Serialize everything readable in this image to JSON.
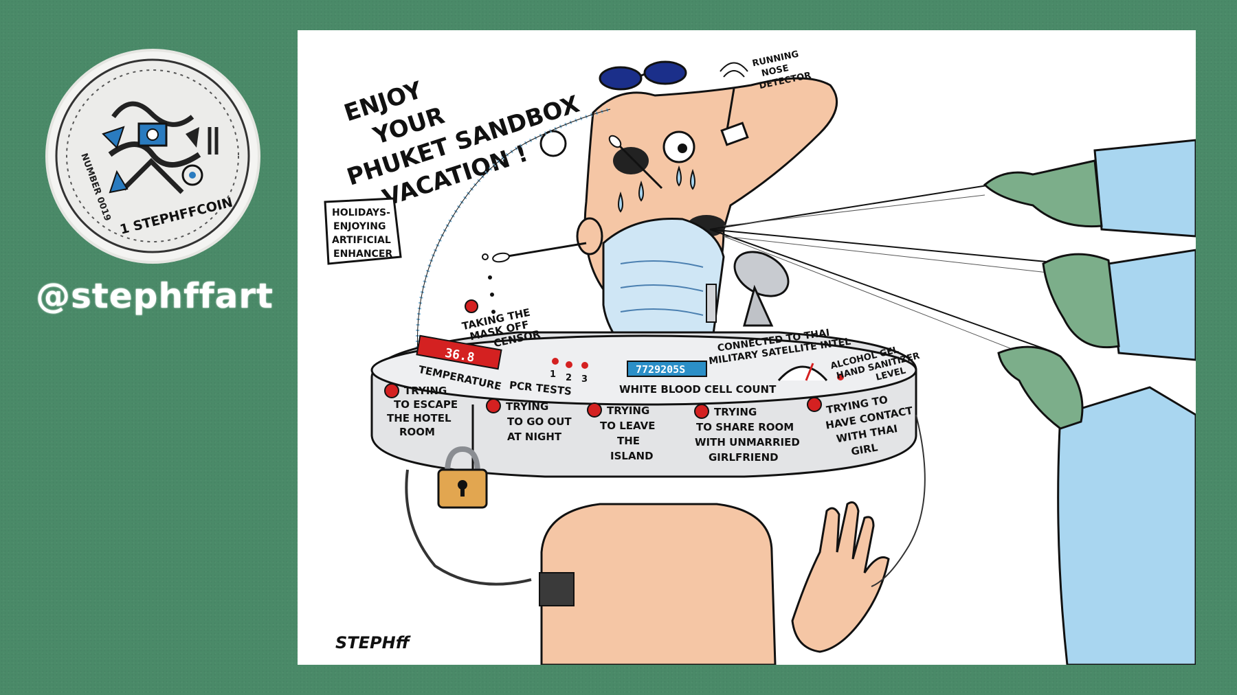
{
  "sidebar": {
    "coin": {
      "label": "1 STEPHFFCOIN",
      "number": "NUMBER 0019"
    },
    "handle": "@stephffart"
  },
  "cartoon": {
    "headline": [
      "ENJOY",
      "YOUR",
      "PHUKET SANDBOX",
      "VACATION !"
    ],
    "running_nose": [
      "RUNNING",
      "NOSE",
      "DETECTOR"
    ],
    "holidays": [
      "HOLIDAYS-",
      "ENJOYING",
      "ARTIFICIAL",
      "ENHANCER"
    ],
    "mask_censor": [
      "TAKING THE",
      "MASK OFF",
      "CENSOR"
    ],
    "temperature_value": "36.8",
    "temperature_label": "TEMPERATURE",
    "pcr_label": "PCR TESTS",
    "pcr_numbers": [
      "1",
      "2",
      "3"
    ],
    "wbc_value": "7729205S",
    "wbc_label": "WHITE BLOOD CELL COUNT",
    "satellite": [
      "CONNECTED TO THAI",
      "MILITARY SATELLITE INTEL"
    ],
    "gel": [
      "ALCOHOL GEL",
      "HAND SANITIZER",
      "LEVEL"
    ],
    "alarms": [
      [
        "TRYING",
        "TO ESCAPE",
        "THE HOTEL",
        "ROOM"
      ],
      [
        "TRYING",
        "TO GO OUT",
        "AT NIGHT"
      ],
      [
        "TRYING",
        "TO LEAVE",
        "THE",
        "ISLAND"
      ],
      [
        "TRYING",
        "TO SHARE ROOM",
        "WITH UNMARRIED",
        "GIRLFRIEND"
      ],
      [
        "TRYING TO",
        "HAVE CONTACT",
        "WITH THAI",
        "GIRL"
      ]
    ],
    "signature": "STEPHff"
  }
}
